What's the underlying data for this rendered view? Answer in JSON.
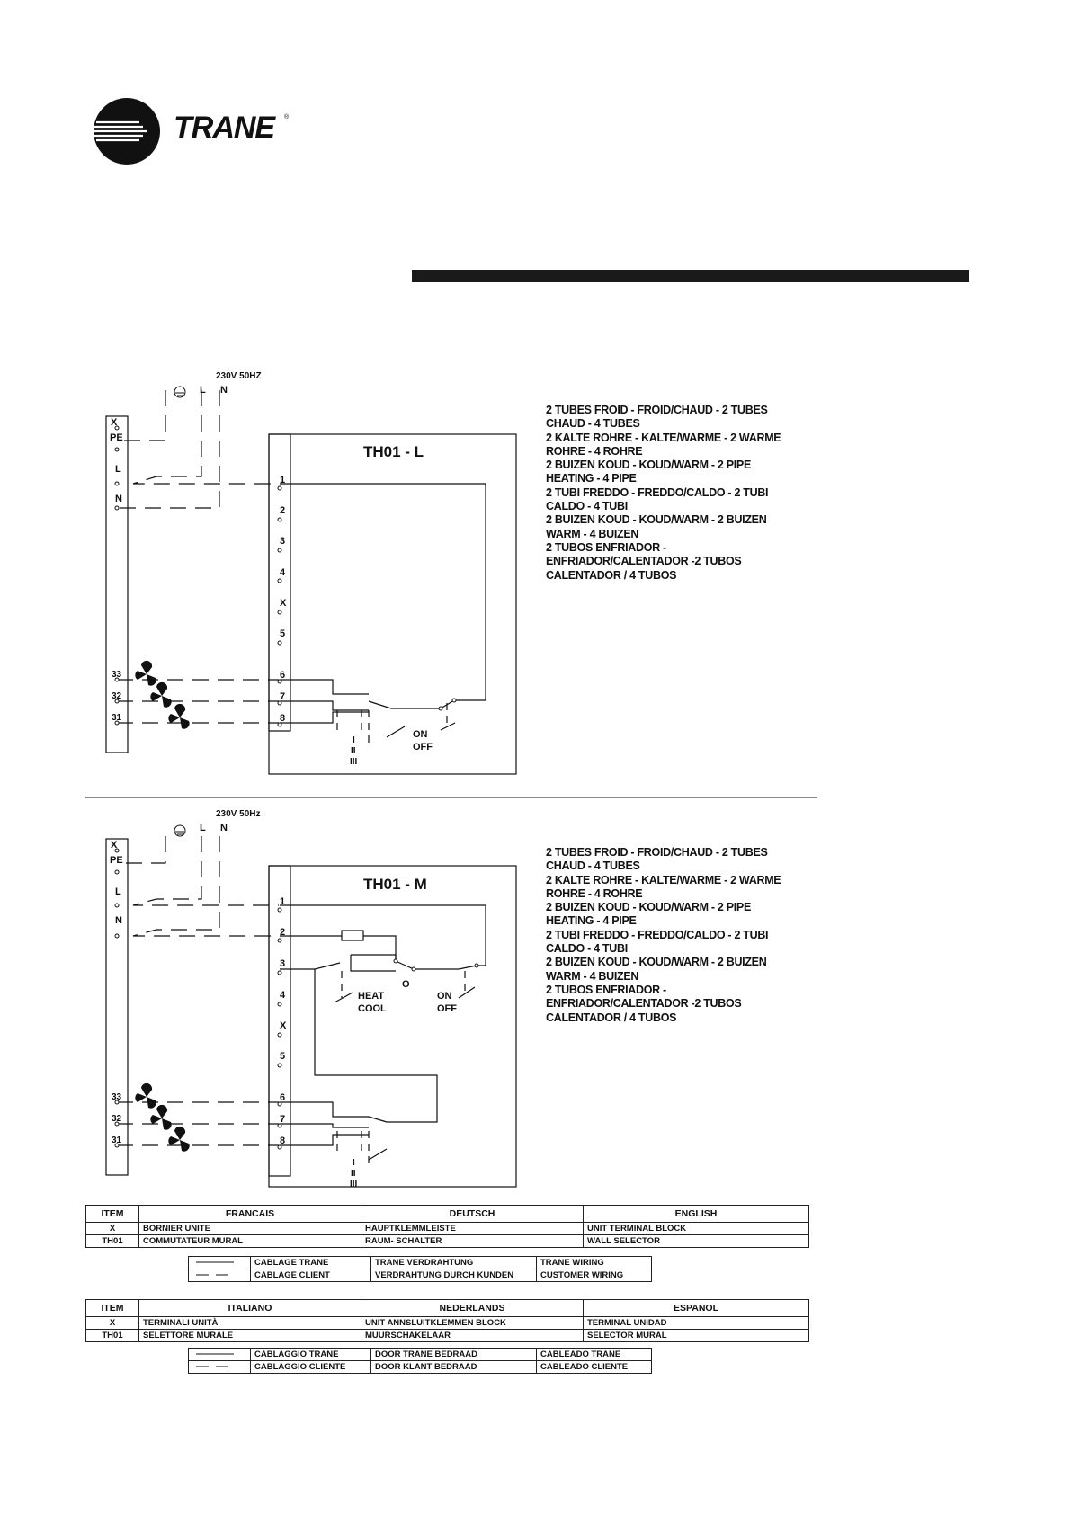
{
  "brand": {
    "name": "TRANE",
    "reg": "®"
  },
  "diagram1": {
    "supply": "230V 50HZ",
    "supply_terms": [
      "L",
      "N"
    ],
    "block_terms": [
      "X",
      "PE",
      "L",
      "N"
    ],
    "fan_terms": [
      "33",
      "32",
      "31"
    ],
    "title": "TH01   - L",
    "terms": [
      "1",
      "2",
      "3",
      "4",
      "X",
      "5",
      "6",
      "7",
      "8"
    ],
    "speed": [
      "I",
      "II",
      "III"
    ],
    "switch_on": "ON",
    "switch_off": "OFF",
    "legend": [
      "2 TUBES FROID - FROID/CHAUD - 2 TUBES",
      "CHAUD - 4 TUBES",
      "2 KALTE ROHRE - KALTE/WARME - 2 WARME",
      "ROHRE - 4 ROHRE",
      "2 BUIZEN KOUD - KOUD/WARM - 2 PIPE",
      "HEATING - 4 PIPE",
      "2 TUBI FREDDO - FREDDO/CALDO - 2 TUBI",
      "CALDO - 4 TUBI",
      "2 BUIZEN KOUD - KOUD/WARM - 2 BUIZEN",
      "WARM - 4 BUIZEN",
      "2 TUBOS ENFRIADOR -",
      "ENFRIADOR/CALENTADOR -2 TUBOS",
      "CALENTADOR / 4 TUBOS"
    ]
  },
  "diagram2": {
    "supply": "230V 50Hz",
    "supply_terms": [
      "L",
      "N"
    ],
    "block_terms": [
      "X",
      "PE",
      "L",
      "N"
    ],
    "fan_terms": [
      "33",
      "32",
      "31"
    ],
    "title": "TH01   - M",
    "terms": [
      "1",
      "2",
      "3",
      "4",
      "X",
      "5",
      "6",
      "7",
      "8"
    ],
    "speed": [
      "I",
      "II",
      "III"
    ],
    "mode_heat": "HEAT",
    "mode_cool": "COOL",
    "mode_o": "O",
    "switch_on": "ON",
    "switch_off": "OFF",
    "legend": [
      "2 TUBES FROID - FROID/CHAUD - 2 TUBES",
      "CHAUD - 4 TUBES",
      "2 KALTE ROHRE - KALTE/WARME - 2 WARME",
      "ROHRE - 4 ROHRE",
      "2 BUIZEN KOUD - KOUD/WARM - 2 PIPE",
      "HEATING - 4 PIPE",
      "2 TUBI FREDDO - FREDDO/CALDO - 2 TUBI",
      "CALDO - 4 TUBI",
      "2 BUIZEN KOUD - KOUD/WARM - 2 BUIZEN",
      "WARM - 4 BUIZEN",
      "2 TUBOS ENFRIADOR -",
      "ENFRIADOR/CALENTADOR -2 TUBOS",
      "CALENTADOR / 4 TUBOS"
    ]
  },
  "table1": {
    "headers": [
      "ITEM",
      "FRANCAIS",
      "DEUTSCH",
      "ENGLISH"
    ],
    "rows": [
      [
        "X",
        "BORNIER UNITE",
        "HAUPTKLEMMLEISTE",
        "UNIT TERMINAL BLOCK"
      ],
      [
        "TH01",
        "COMMUTATEUR MURAL",
        "RAUM- SCHALTER",
        "WALL SELECTOR"
      ]
    ],
    "wiring": [
      [
        "CABLAGE TRANE",
        "TRANE VERDRAHTUNG",
        "TRANE WIRING"
      ],
      [
        "CABLAGE CLIENT",
        "VERDRAHTUNG DURCH KUNDEN",
        "CUSTOMER WIRING"
      ]
    ]
  },
  "table2": {
    "headers": [
      "ITEM",
      "ITALIANO",
      "NEDERLANDS",
      "ESPANOL"
    ],
    "rows": [
      [
        "X",
        "TERMINALI UNITÀ",
        "UNIT ANNSLUITKLEMMEN BLOCK",
        "TERMINAL UNIDAD"
      ],
      [
        "TH01",
        "SELETTORE MURALE",
        "MUURSCHAKELAAR",
        "SELECTOR MURAL"
      ]
    ],
    "wiring": [
      [
        "CABLAGGIO TRANE",
        "DOOR TRANE BEDRAAD",
        "CABLEADO TRANE"
      ],
      [
        "CABLAGGIO CLIENTE",
        "DOOR KLANT BEDRAAD",
        "CABLEADO CLIENTE"
      ]
    ]
  }
}
